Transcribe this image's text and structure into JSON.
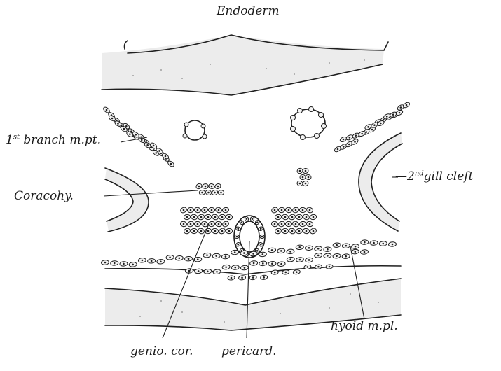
{
  "labels": {
    "endoderm": "Endoderm",
    "branch_num": "1",
    "branch_sup": "st",
    "branch_rest": " branch m.pt.",
    "coracohy": "Coracohy.",
    "gill_prefix": "—2",
    "gill_sup": "nd",
    "gill_rest": "gill cleft",
    "hyoid": "hyoid m.pl.",
    "genio": "genio. cor.",
    "pericard": "pericard."
  }
}
